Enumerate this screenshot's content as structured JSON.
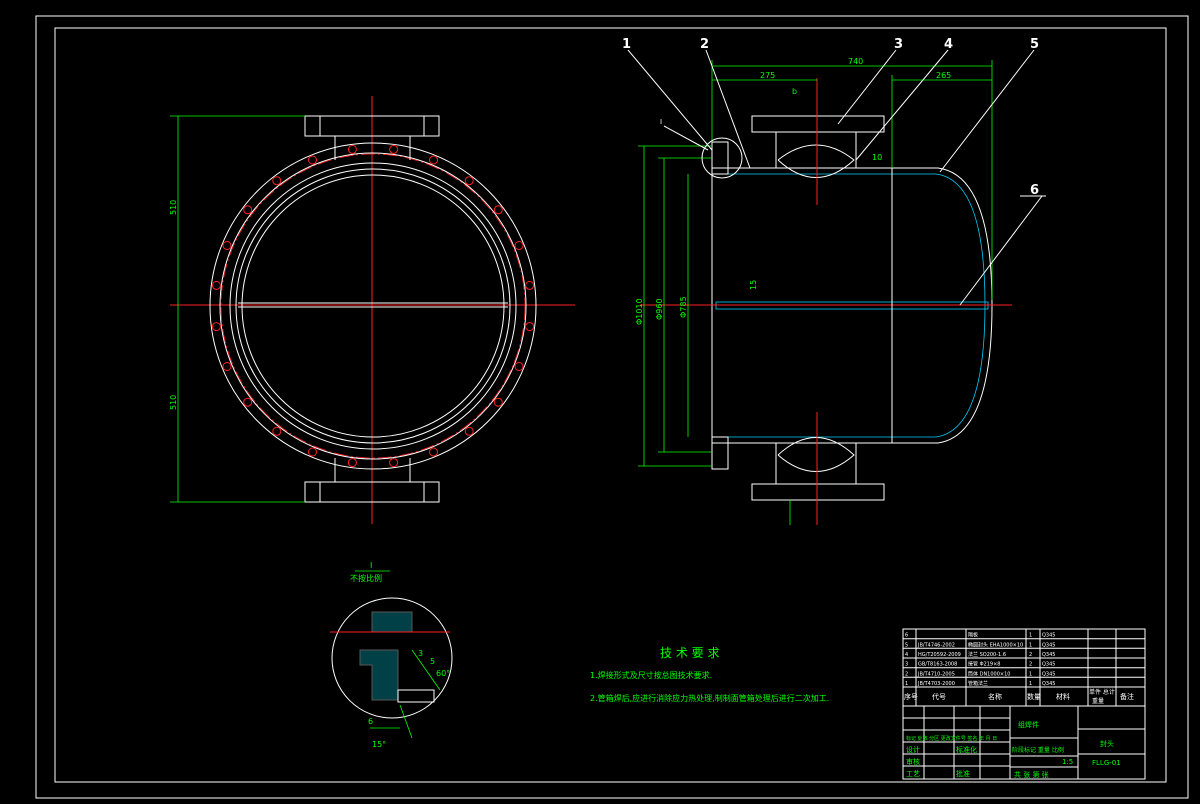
{
  "drawing": {
    "part_labels": [
      "1",
      "2",
      "3",
      "4",
      "5",
      "6"
    ],
    "dimensions": {
      "top_total": "740",
      "top_left": "275",
      "top_right": "265",
      "left_upper": "510",
      "left_lower": "510",
      "dia_outer": "Φ1010",
      "dia_mid": "Φ960",
      "dia_inner": "Φ785",
      "nozzle_thk": "10",
      "divider_thk": "15",
      "small_b": "b"
    },
    "detail": {
      "label": "I",
      "scale": "不按比例",
      "thickness": "5",
      "angle_top": "60°",
      "angle_bottom": "15°",
      "gap": "3",
      "root": "6",
      "marker": "I"
    },
    "notes": {
      "title": "技 术 要 求",
      "line1": "1.焊接形式及尺寸按总图技术要求.",
      "line2": "2.管箱焊后,应进行消除应力热处理,制制面管箱处理后进行二次加工."
    }
  },
  "title_block": {
    "parts": [
      {
        "no": "6",
        "code": "",
        "name": "隔板",
        "qty": "1",
        "mat": "Q345"
      },
      {
        "no": "5",
        "code": "JB/T4746-2002",
        "name": "椭圆封头 EHA1000×10",
        "qty": "1",
        "mat": "Q345"
      },
      {
        "no": "4",
        "code": "HG/T20592-2009",
        "name": "法兰 SO200-1.6",
        "qty": "2",
        "mat": "Q345"
      },
      {
        "no": "3",
        "code": "GB/T8163-2008",
        "name": "接管 Φ219×8",
        "qty": "2",
        "mat": "Q345"
      },
      {
        "no": "2",
        "code": "JB/T4710-2005",
        "name": "筒体 DN1000×10",
        "qty": "1",
        "mat": "Q345"
      },
      {
        "no": "1",
        "code": "JB/T4703-2000",
        "name": "管箱法兰",
        "qty": "1",
        "mat": "Q345"
      }
    ],
    "header": {
      "no": "序号",
      "code": "代号",
      "name": "名称",
      "qty": "数量",
      "mat": "材料",
      "weight": "单件 总计",
      "weight2": "重量",
      "remark": "备注"
    },
    "assembly": "组焊件",
    "part_name": "封头",
    "drawing_no": "FLLG-01",
    "rows_left": [
      "标记 处数 分区 更改文件号 签名 年 月 日",
      "设计",
      "审核",
      "工艺"
    ],
    "rows_mid": [
      "标准化",
      "批准"
    ],
    "stage_hdr": "阶段标记 重量 比例",
    "scale": "1:5",
    "sheet": "共 张 第 张"
  }
}
